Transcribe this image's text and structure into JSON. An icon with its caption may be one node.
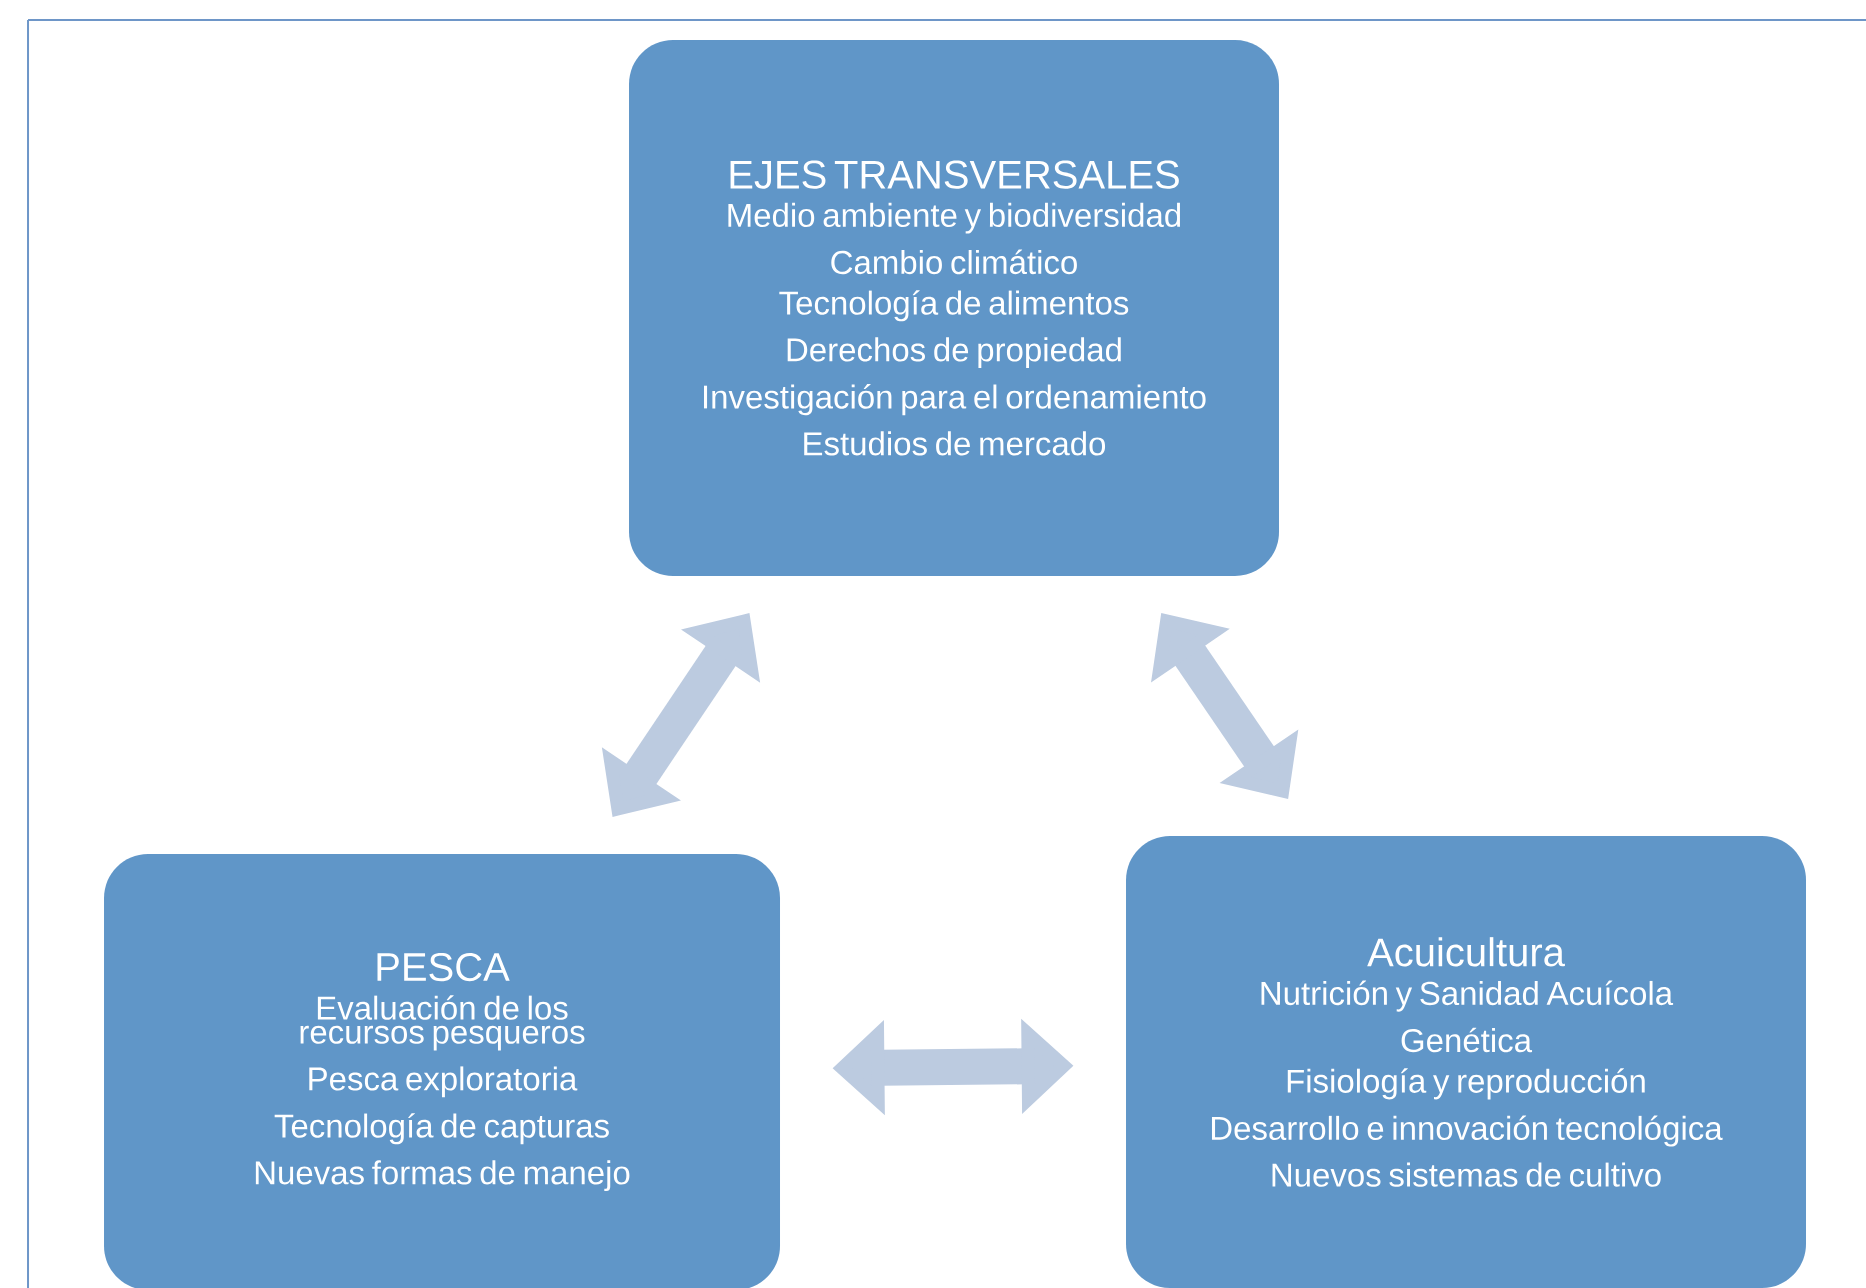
{
  "diagram": {
    "nodes": [
      {
        "text": [
          "EJES TRANSVERSALES",
          "Medio ambiente y biodiversidad",
          "Cambio climático",
          "Tecnología de alimentos",
          "Derechos de propiedad",
          "Investigación para el ordenamiento",
          "Estudios de mercado"
        ]
      },
      {
        "text": [
          "PESCA",
          "Evaluación de los recursos pesqueros",
          "Pesca exploratoria",
          "Tecnología de capturas",
          "Nuevas formas de manejo"
        ]
      },
      {
        "text": [
          "Acuicultura",
          "Nutrición y Sanidad Acuícola",
          "Genética",
          "Fisiología y reproducción",
          "Desarrollo e innovación tecnológica",
          "Nuevos sistemas de cultivo"
        ]
      }
    ],
    "edges": [
      {
        "from": 0,
        "to": 1,
        "arrow": "both"
      },
      {
        "from": 0,
        "to": 2,
        "arrow": "both"
      },
      {
        "from": 1,
        "to": 2,
        "arrow": "both"
      }
    ]
  }
}
